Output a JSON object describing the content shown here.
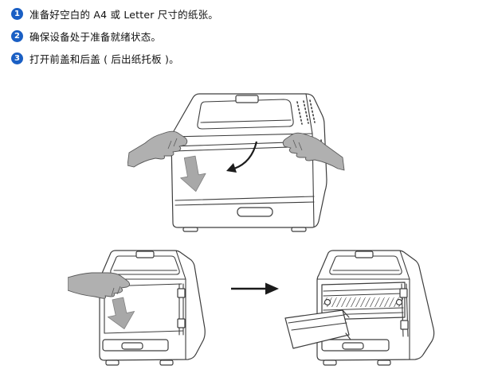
{
  "page": {
    "background": "#ffffff"
  },
  "colors": {
    "step_badge_blue": "#1a5fc4",
    "line_art_stroke": "#3d3d3d",
    "hand_gray": "#b0b0b0",
    "arrow_gray": "#a8a8a8"
  },
  "steps": [
    {
      "number": "1",
      "text": "准备好空白的 A4 或 Letter 尺寸的纸张。"
    },
    {
      "number": "2",
      "text": "确保设备处于准备就绪状态。"
    },
    {
      "number": "3",
      "text": "打开前盖和后盖 ( 后出纸托板 )。"
    }
  ],
  "figures": {
    "front_cover": "open-front-cover-illustration",
    "back_cover_opening": "open-back-cover-illustration",
    "back_cover_opened": "back-cover-opened-illustration",
    "transition_arrow": "right-arrow"
  }
}
